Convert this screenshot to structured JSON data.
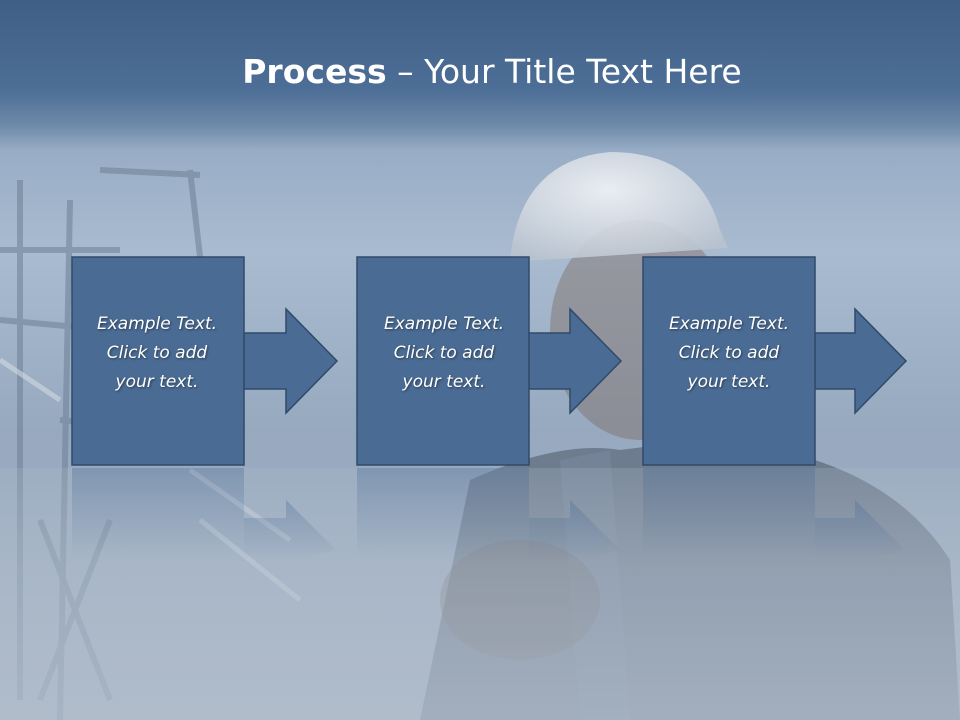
{
  "title": {
    "bold": "Process",
    "rest": " – Your Title Text Here"
  },
  "steps": [
    {
      "line1": "Example Text.",
      "line2": "Click  to add",
      "line3": "your text."
    },
    {
      "line1": "Example Text.",
      "line2": "Click  to add",
      "line3": "your text."
    },
    {
      "line1": "Example Text.",
      "line2": "Click  to add",
      "line3": "your text."
    }
  ],
  "colors": {
    "box_fill": "#4a6b93",
    "box_border": "#2f4a6b",
    "title_bar": "#4a6a92",
    "text": "#ffffff"
  },
  "icons": [
    "arrow-right-icon"
  ]
}
